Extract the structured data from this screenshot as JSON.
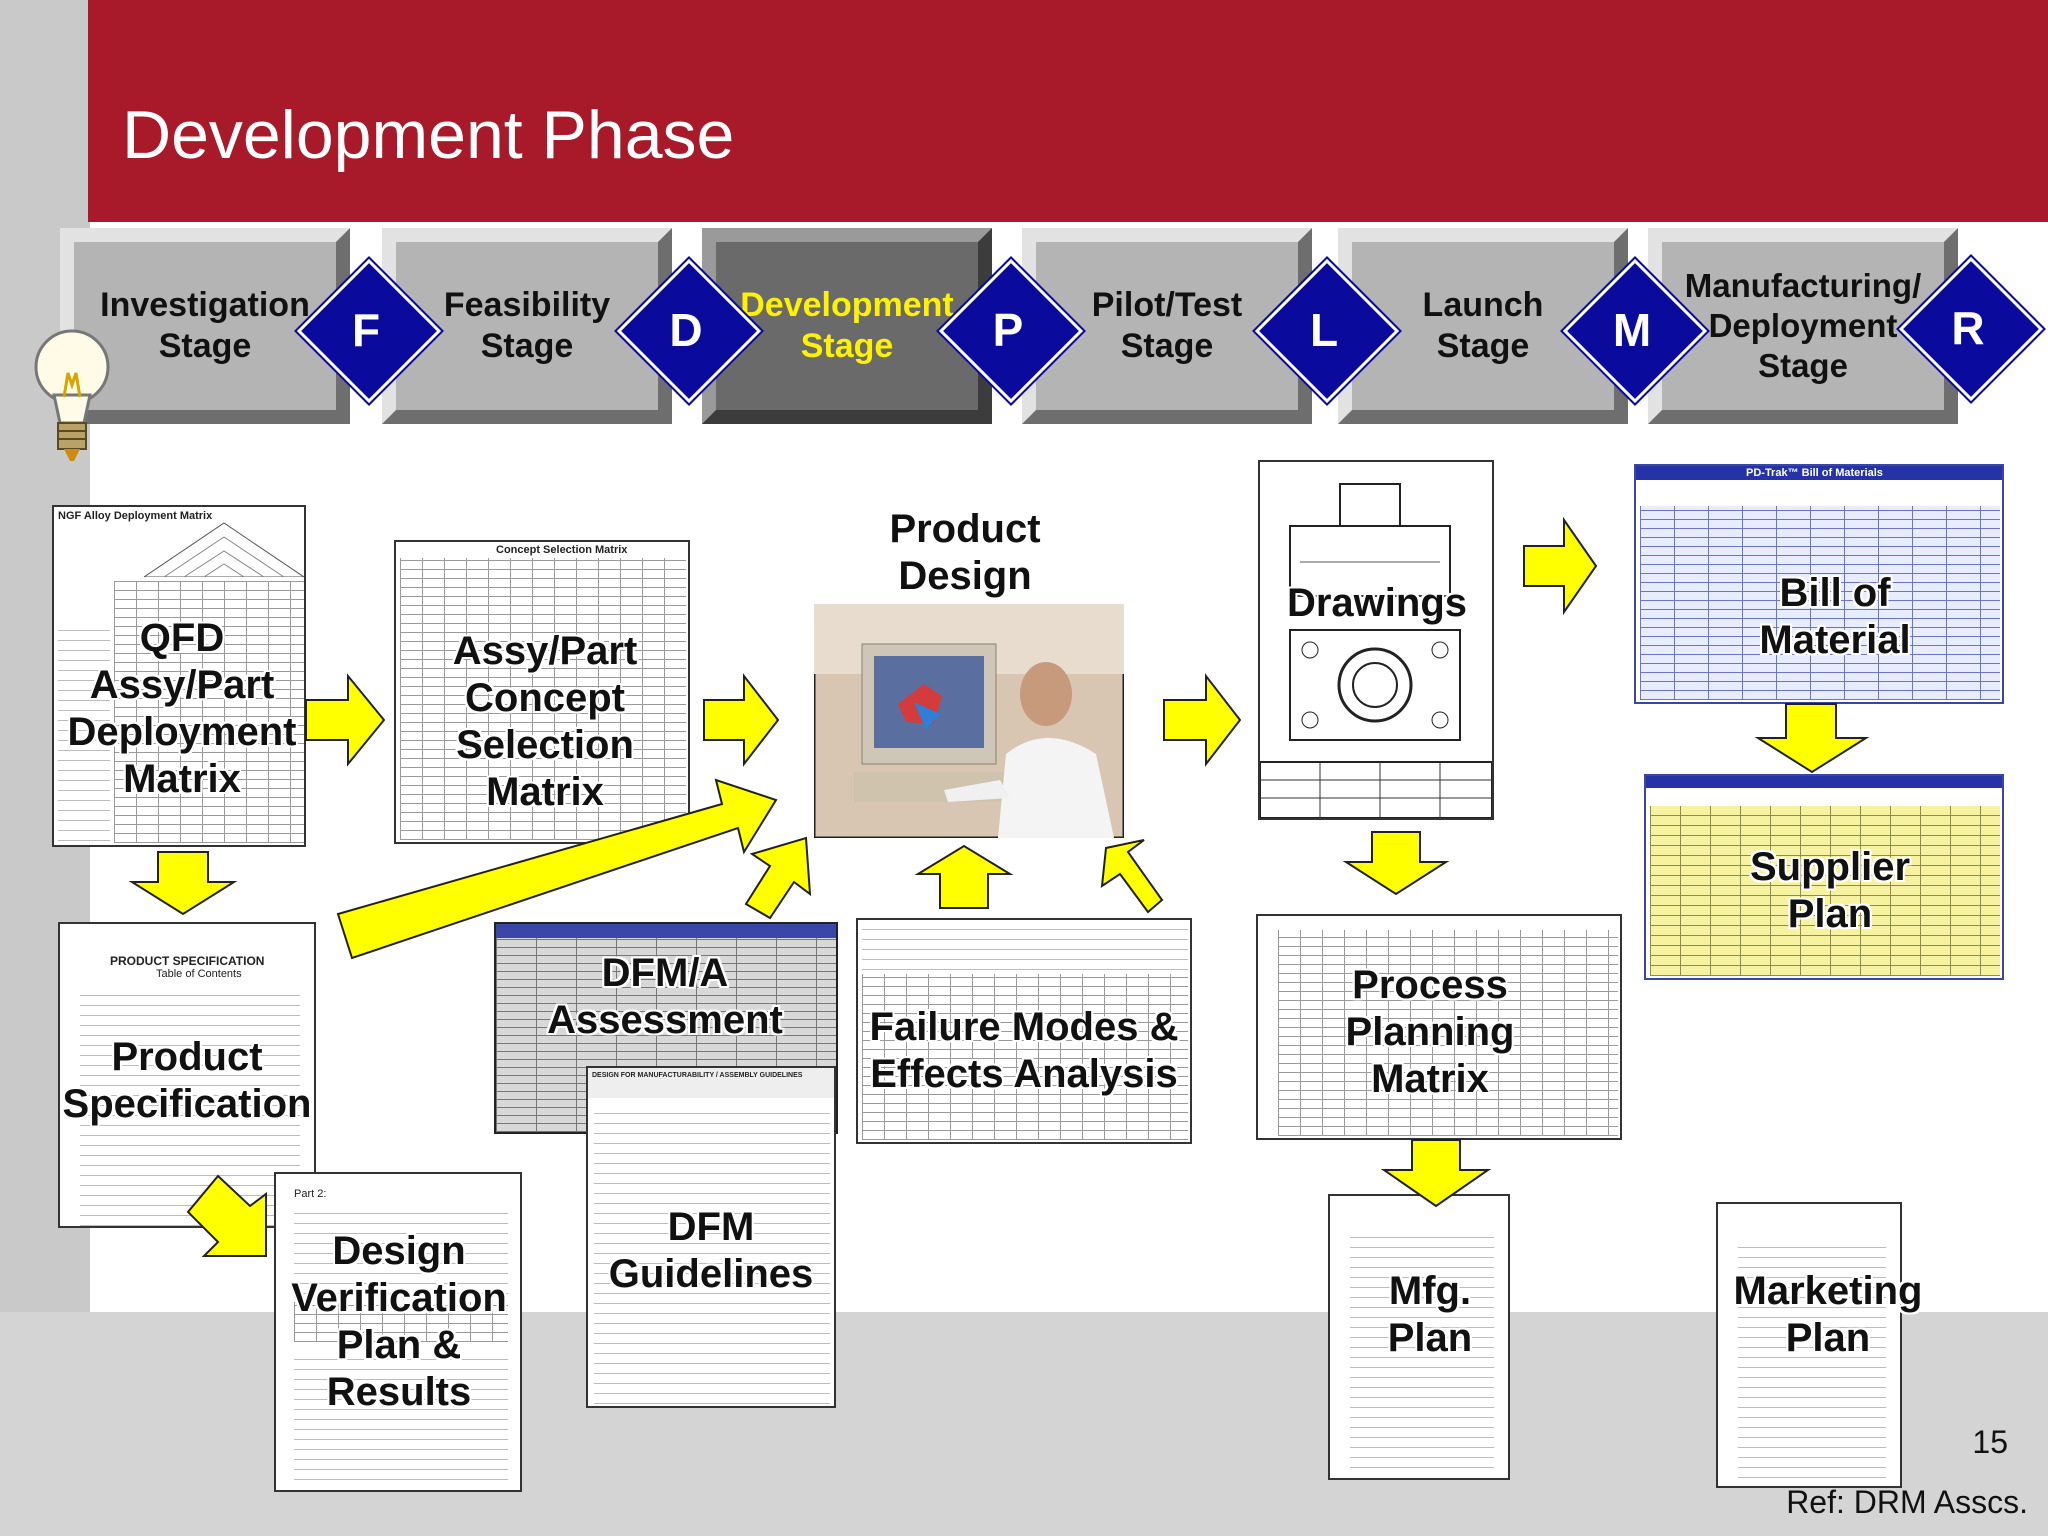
{
  "slide": {
    "title": "Development Phase",
    "page_number": "15",
    "reference": "Ref: DRM Asscs."
  },
  "stages": [
    {
      "label": "Investigation\nStage",
      "active": false
    },
    {
      "label": "Feasibility\nStage",
      "active": false
    },
    {
      "label": "Development\nStage",
      "active": true
    },
    {
      "label": "Pilot/Test\nStage",
      "active": false
    },
    {
      "label": "Launch\nStage",
      "active": false
    },
    {
      "label": "Manufacturing/\nDeployment\nStage",
      "active": false
    }
  ],
  "gates": [
    "F",
    "D",
    "P",
    "L",
    "M",
    "R"
  ],
  "documents": {
    "qfd": {
      "label": "QFD\nAssy/Part\nDeployment\nMatrix",
      "header": "NGF Alloy Deployment Matrix"
    },
    "concept": {
      "label": "Assy/Part\nConcept\nSelection\nMatrix",
      "header": "Concept Selection Matrix"
    },
    "product_spec": {
      "label": "Product\nSpecification",
      "header": "PRODUCT SPECIFICATION",
      "subheader": "Table of Contents"
    },
    "design_verification": {
      "label": "Design\nVerification\nPlan &\nResults",
      "header": "Part 2:"
    },
    "dfma": {
      "label": "DFM/A\nAssessment"
    },
    "dfm_guidelines": {
      "label": "DFM\nGuidelines",
      "header": "DESIGN FOR MANUFACTURABILITY / ASSEMBLY GUIDELINES"
    },
    "product_design": {
      "label": "Product\nDesign"
    },
    "fmea": {
      "label": "Failure Modes &\nEffects Analysis"
    },
    "drawings": {
      "label": "Drawings"
    },
    "process_planning": {
      "label": "Process\nPlanning\nMatrix"
    },
    "bom": {
      "label": "Bill of\nMaterial",
      "header": "PD-Trak™  Bill of Materials"
    },
    "supplier": {
      "label": "Supplier\nPlan"
    },
    "mfg": {
      "label": "Mfg.\nPlan"
    },
    "marketing": {
      "label": "Marketing\nPlan"
    }
  },
  "colors": {
    "banner": "#a8192a",
    "gate": "#0a0a9c",
    "arrow": "#ffff00",
    "active_stage_text": "#fff200"
  }
}
